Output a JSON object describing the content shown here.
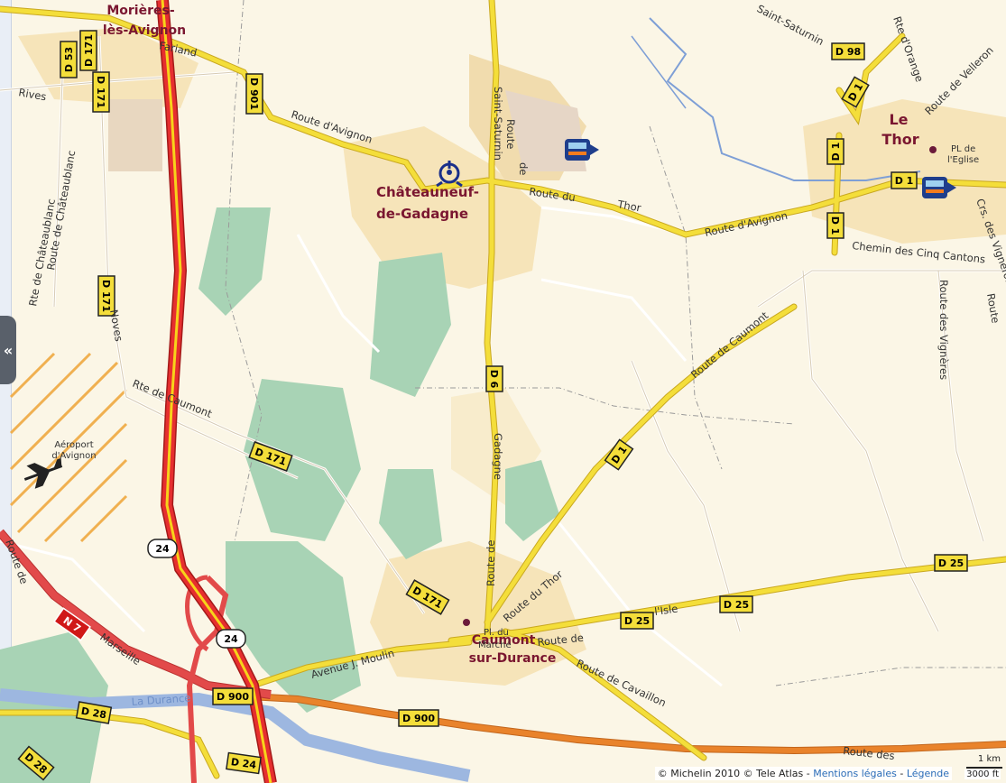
{
  "map": {
    "towns": {
      "chateauneuf_line1": "Châteauneuf-",
      "chateauneuf_line2": "de-Gadagne",
      "le_thor_line1": "Le",
      "le_thor_line2": "Thor",
      "caumont_line1": "Caumont",
      "caumont_line2": "sur-Durance",
      "morieres_line1": "Morières-",
      "morieres_line2": "lès-Avignon"
    },
    "places": {
      "aeroport_line1": "Aéroport",
      "aeroport_line2": "d'Avignon",
      "pl_eglise_line1": "PL de",
      "pl_eglise_line2": "l'Eglise",
      "pl_marche_line1": "Pl. du",
      "pl_marche_line2": "Marché"
    },
    "road_badges": {
      "d53": "D 53",
      "d171_a": "D 171",
      "d171_b": "D 171",
      "d171_c": "D 171",
      "d171_d": "D 171",
      "d171_e": "D 171",
      "d901": "D 901",
      "d98": "D 98",
      "d1_a": "D 1",
      "d1_b": "D 1",
      "d1_c": "D 1",
      "d1_d": "D 1",
      "d1_e": "D 1",
      "d6": "D 6",
      "d25_a": "D 25",
      "d25_b": "D 25",
      "d25_c": "D 25",
      "d900_a": "D 900",
      "d900_b": "D 900",
      "d28_a": "D 28",
      "d28_b": "D 28",
      "d24": "D 24",
      "e24_a": "24",
      "e24_b": "24",
      "n7": "N 7"
    },
    "road_names": {
      "route_avignon_1": "Route d'Avignon",
      "route_avignon_2": "Route d'Avignon",
      "route_du_thor_1": "Route du",
      "route_du_thor_2": "Thor",
      "route_du_thor_3": "Route du Thor",
      "saint_saturnin": "Saint-Saturnin",
      "route_de_1": "Route",
      "route_de_2": "de",
      "route_de_caumont": "Route de   Caumont",
      "rte_de_caumont": "Rte de Caumont",
      "route_de_gadagne": "Gadagne",
      "route_de_gadagne_2": "Route de",
      "chemin_cinq_cantons": "Chemin des Cinq Cantons",
      "crs_vignerons": "Crs. des Vignerons",
      "route_des_vignieres": "Route des Vignères",
      "route_de_cavaillon": "Route de Cavaillon",
      "avenue_moulin": "Avenue J.   Moulin",
      "route_de_lisle": "Route   de",
      "lisle": "l'Isle",
      "noves": "Noves",
      "route_chateaublanc": "Route de Châteaublanc",
      "rte_chateaublanc": "Rte de Châteaublanc",
      "marseille": "Marseille",
      "la_durance": "La Durance",
      "rives": "Rives",
      "fariand": "Fariand",
      "saturnin_top": "Saint-Saturnin",
      "rte_orange": "Rte d'Orange",
      "route_velleron": "Route de Velleron",
      "route_des_bottom": "Route des",
      "route_right": "Route",
      "route_de_left": "Route de"
    },
    "colors": {
      "background": "#fbf6e6",
      "urban": "#f6e4b9",
      "forest": "#a8d3b5",
      "water": "#7e9fd6",
      "motorway": "#e62f2f",
      "motorway_center": "#f7d31a",
      "national": "#e24a4a",
      "departmental": "#f4de3a",
      "orange_road": "#e9832b",
      "town_text": "#7a1630"
    }
  },
  "footer": {
    "copyright_michelin": "© Michelin 2010",
    "copyright_teleatlas": "© Tele Atlas",
    "mentions": "Mentions légales",
    "legende": "Légende",
    "sep1": " - ",
    "sep2": " - "
  },
  "scale": {
    "km": "1 km",
    "ft": "3000 ft"
  },
  "panel_toggle": "«"
}
